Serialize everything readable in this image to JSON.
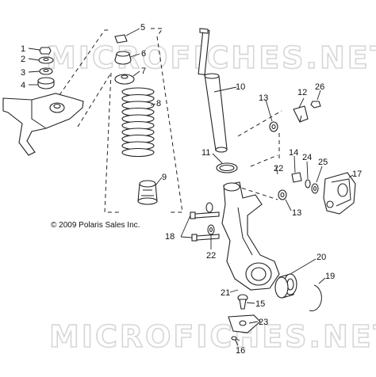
{
  "watermark_text": "MICROFICHES.NET",
  "copyright": "© 2009 Polaris Sales Inc.",
  "callouts": {
    "c1": "1",
    "c2": "2",
    "c3": "3",
    "c4": "4",
    "c5": "5",
    "c6": "6",
    "c7": "7",
    "c8": "8",
    "c9": "9",
    "c10": "10",
    "c11": "11",
    "c12": "12",
    "c13a": "13",
    "c13b": "13",
    "c14": "14",
    "c15": "15",
    "c16": "16",
    "c17": "17",
    "c18": "18",
    "c19": "19",
    "c20": "20",
    "c21": "21",
    "c22a": "22",
    "c22b": "22",
    "c23": "23",
    "c24": "24",
    "c25": "25",
    "c26": "26"
  }
}
